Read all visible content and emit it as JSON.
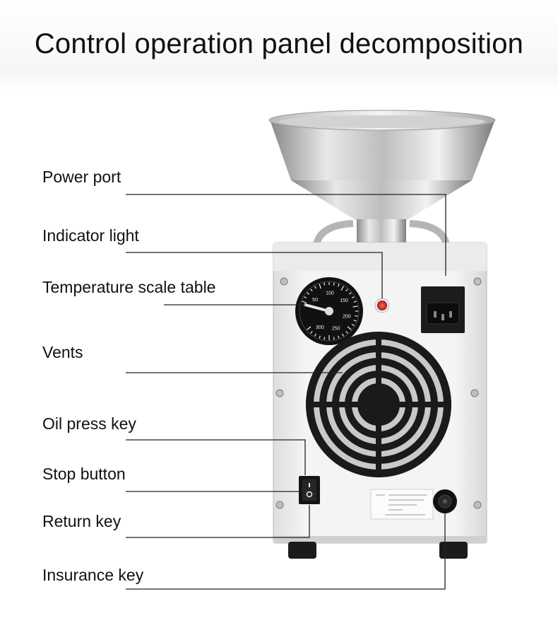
{
  "title": "Control operation panel decomposition",
  "labels": {
    "power_port": "Power port",
    "indicator_light": "Indicator light",
    "temperature_scale_table": "Temperature scale table",
    "vents": "Vents",
    "oil_press_key": "Oil press key",
    "stop_button": "Stop button",
    "return_key": "Return key",
    "insurance_key": "Insurance key"
  },
  "dial_ticks": [
    "50",
    "100",
    "150",
    "200",
    "250",
    "300"
  ],
  "colors": {
    "body": "#f0f0f0",
    "dial": "#111111",
    "indicator": "#c0281c",
    "callout_line": "#222222"
  }
}
